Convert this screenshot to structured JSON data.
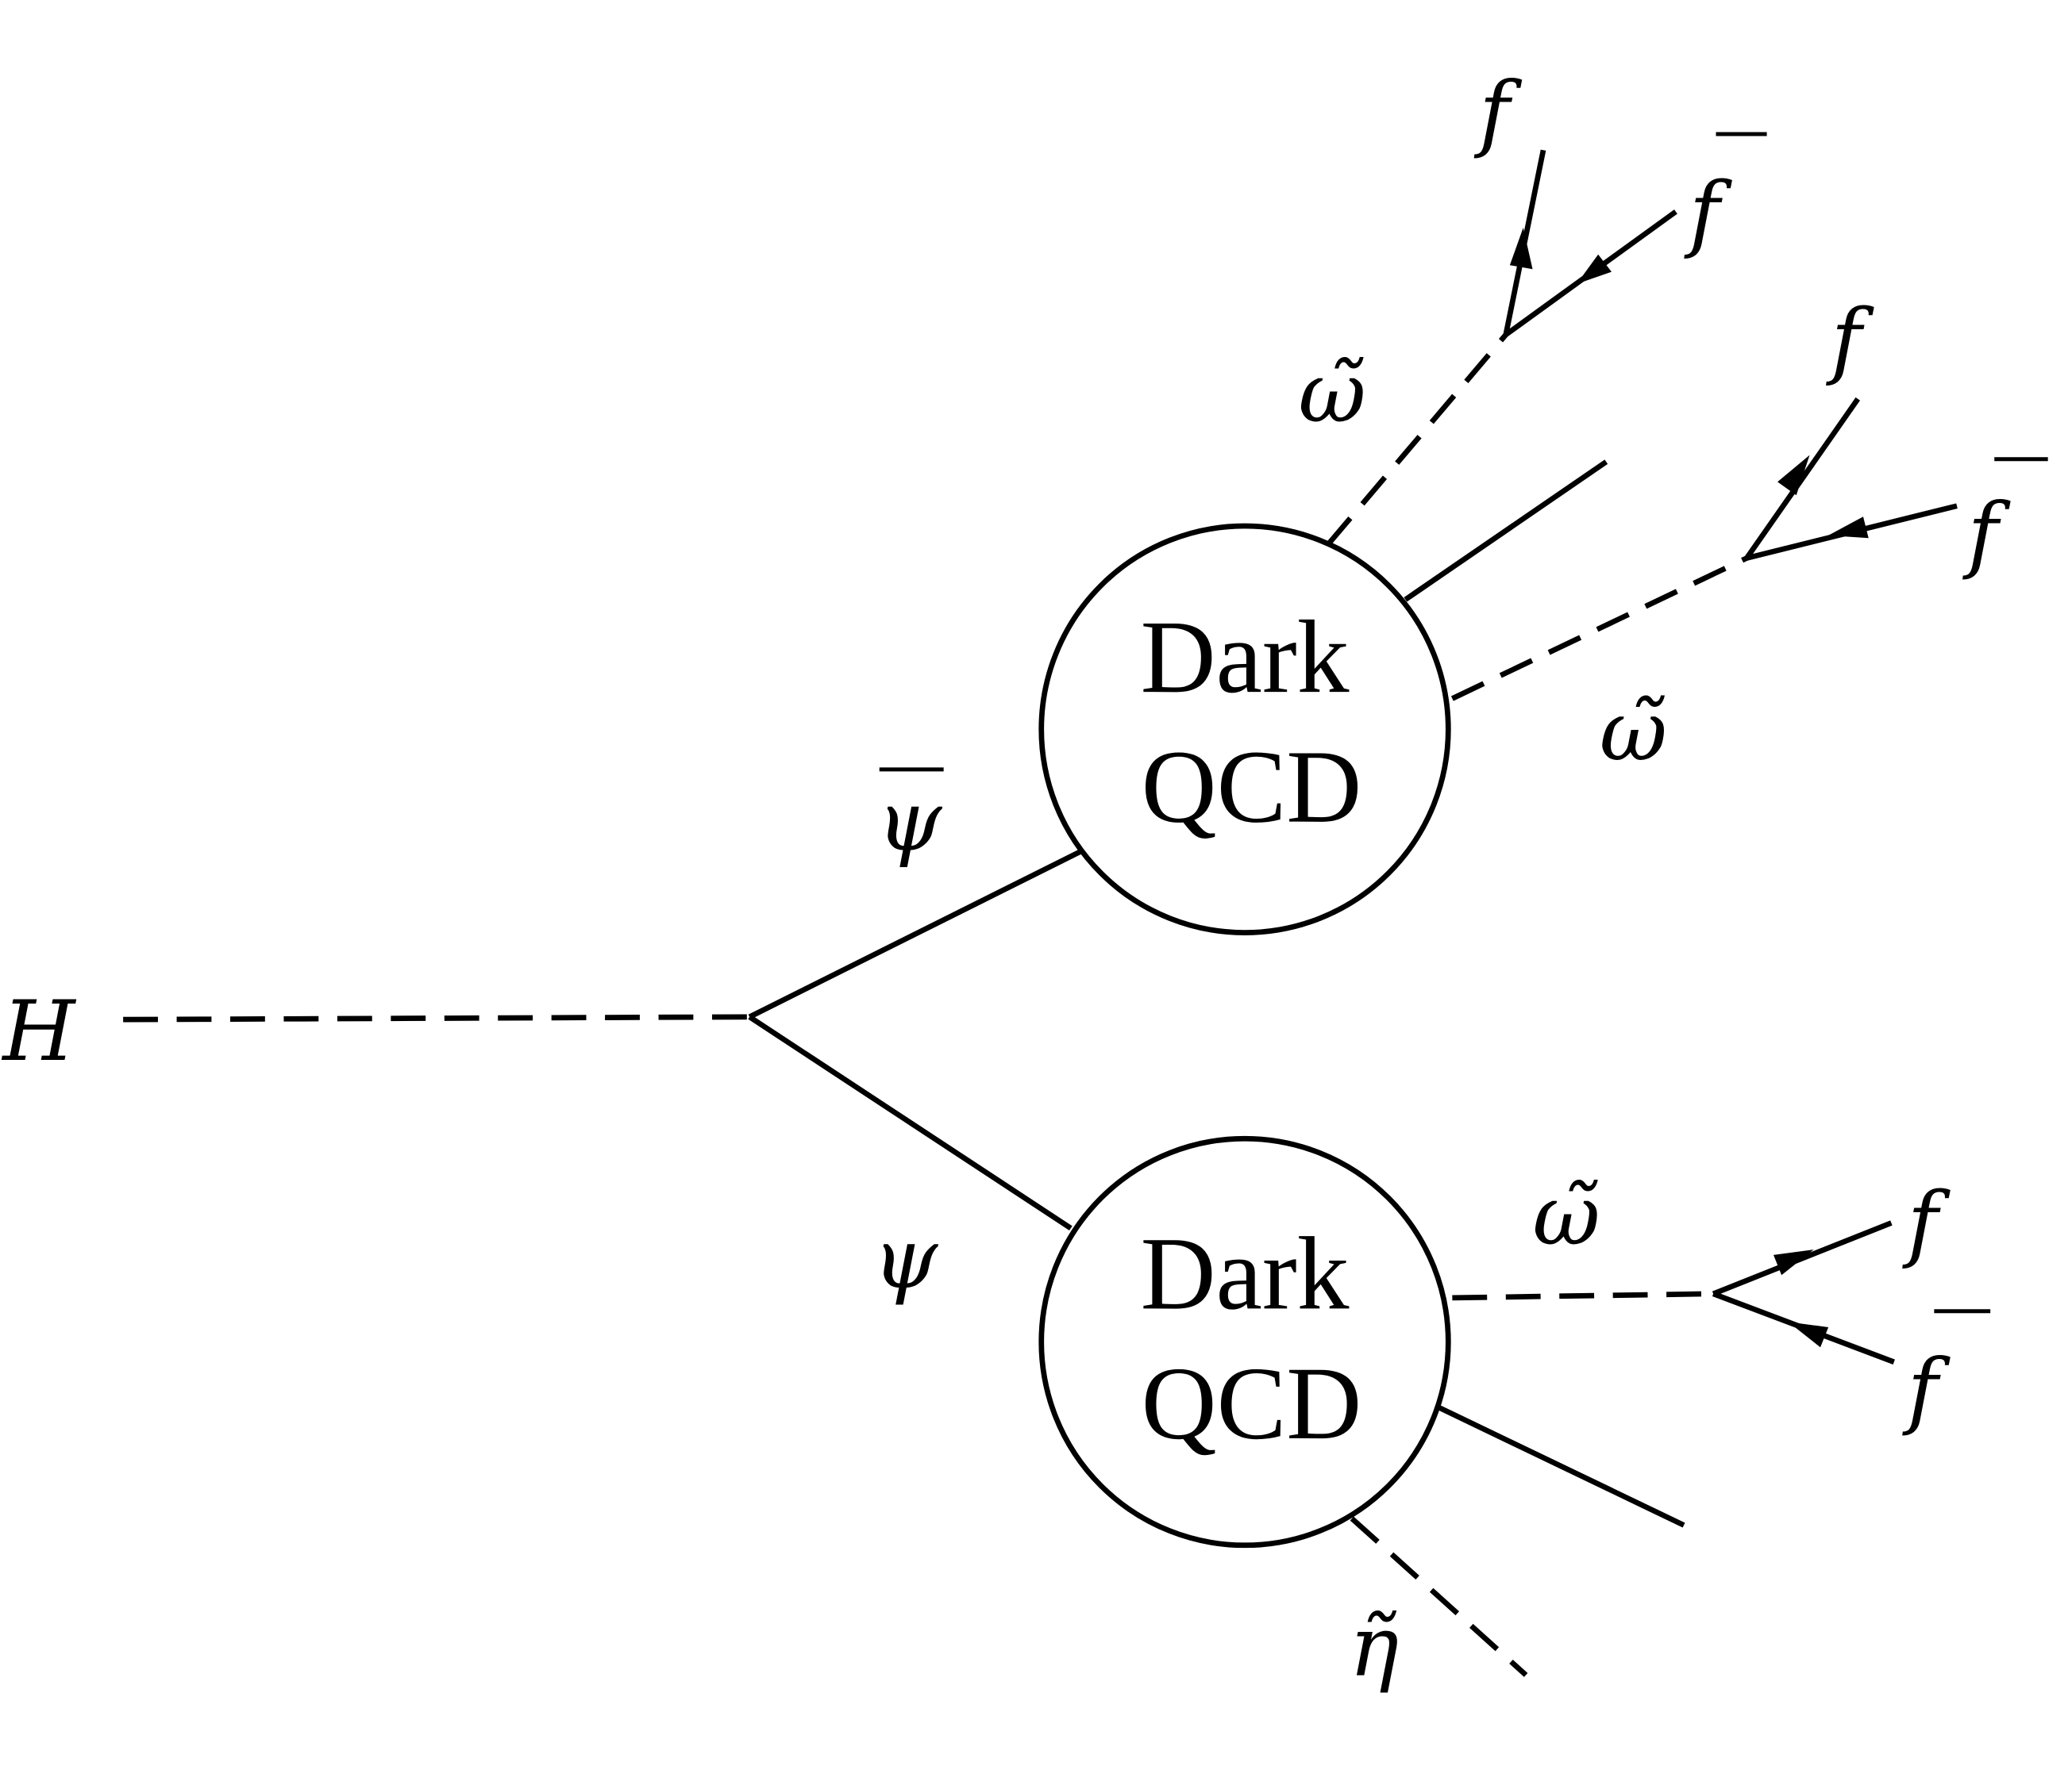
{
  "labels": {
    "higgs": "H",
    "psi_bar": "ψ",
    "psi": "ψ",
    "omega_tilde": "ω̃",
    "eta_tilde": "η̃",
    "fermion": "f",
    "antifermion": "f"
  },
  "blobs": [
    {
      "line1": "Dark",
      "line2": "QCD"
    },
    {
      "line1": "Dark",
      "line2": "QCD"
    }
  ],
  "colors": {
    "stroke": "#000000",
    "background": "#ffffff"
  }
}
